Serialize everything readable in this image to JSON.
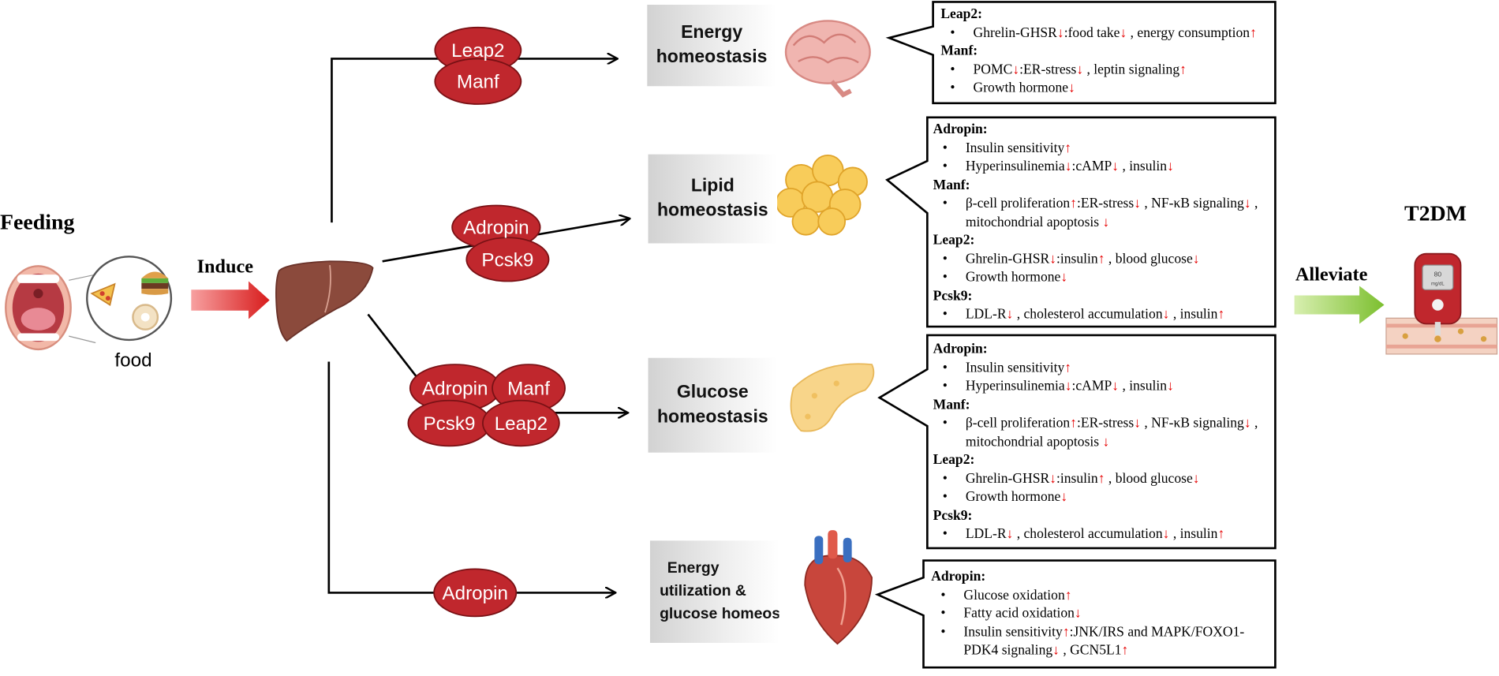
{
  "left": {
    "feeding": "Feeding",
    "food": "food",
    "induce": "Induce"
  },
  "right": {
    "t2dm": "T2DM",
    "alleviate": "Alleviate",
    "meter_reading": "80",
    "meter_unit": "mg/dL"
  },
  "proteins": {
    "leap2": "Leap2",
    "manf": "Manf",
    "adropin": "Adropin",
    "pcsk9": "Pcsk9"
  },
  "homeostasis": {
    "energy": [
      "Energy",
      "homeostasis"
    ],
    "lipid": [
      "Lipid",
      "homeostasis"
    ],
    "glucose": [
      "Glucose",
      "homeostasis"
    ],
    "utilization": [
      "Energy",
      "utilization &",
      "glucose homeosta"
    ]
  },
  "boxes": {
    "energy": [
      {
        "type": "head",
        "text": "Leap2:"
      },
      {
        "type": "item",
        "parts": [
          "Ghrelin-GHSR",
          "down",
          ":food take",
          "down",
          " , energy consumption",
          "up"
        ]
      },
      {
        "type": "head",
        "text": "Manf:"
      },
      {
        "type": "item",
        "parts": [
          "POMC",
          "down",
          ":ER-stress",
          "down",
          " , leptin signaling",
          "up"
        ]
      },
      {
        "type": "item",
        "parts": [
          "Growth hormone",
          "down"
        ]
      }
    ],
    "lipid": [
      {
        "type": "head",
        "text": "Adropin:"
      },
      {
        "type": "item",
        "parts": [
          "Insulin sensitivity",
          "up"
        ]
      },
      {
        "type": "item",
        "parts": [
          "Hyperinsulinemia",
          "down",
          ":cAMP",
          "down",
          " , insulin",
          "down"
        ]
      },
      {
        "type": "head",
        "text": "Manf:"
      },
      {
        "type": "item",
        "parts": [
          "β-cell proliferation",
          "up",
          ":ER-stress",
          "down",
          " , NF-κB signaling",
          "down",
          " ,"
        ]
      },
      {
        "type": "cont",
        "parts": [
          "mitochondrial apoptosis ",
          "down"
        ]
      },
      {
        "type": "head",
        "text": "Leap2:"
      },
      {
        "type": "item",
        "parts": [
          "Ghrelin-GHSR",
          "down",
          ":insulin",
          "up",
          " , blood glucose",
          "down"
        ]
      },
      {
        "type": "item",
        "parts": [
          "Growth hormone",
          "down"
        ]
      },
      {
        "type": "head",
        "text": "Pcsk9:"
      },
      {
        "type": "item",
        "parts": [
          "LDL-R",
          "down",
          " , cholesterol accumulation",
          "down",
          " , insulin",
          "up"
        ]
      }
    ],
    "glucose": [
      {
        "type": "head",
        "text": "Adropin:"
      },
      {
        "type": "item",
        "parts": [
          "Insulin sensitivity",
          "up"
        ]
      },
      {
        "type": "item",
        "parts": [
          "Hyperinsulinemia",
          "down",
          ":cAMP",
          "down",
          " , insulin",
          "down"
        ]
      },
      {
        "type": "head",
        "text": "Manf:"
      },
      {
        "type": "item",
        "parts": [
          "β-cell proliferation",
          "up",
          ":ER-stress",
          "down",
          " , NF-κB signaling",
          "down",
          " ,"
        ]
      },
      {
        "type": "cont",
        "parts": [
          "mitochondrial apoptosis ",
          "down"
        ]
      },
      {
        "type": "head",
        "text": "Leap2:"
      },
      {
        "type": "item",
        "parts": [
          "Ghrelin-GHSR",
          "down",
          ":insulin",
          "up",
          " , blood glucose",
          "down"
        ]
      },
      {
        "type": "item",
        "parts": [
          "Growth hormone",
          "down"
        ]
      },
      {
        "type": "head",
        "text": "Pcsk9:"
      },
      {
        "type": "item",
        "parts": [
          "LDL-R",
          "down",
          " , cholesterol accumulation",
          "down",
          " , insulin",
          "up"
        ]
      }
    ],
    "utilization": [
      {
        "type": "head",
        "text": "Adropin:"
      },
      {
        "type": "item",
        "parts": [
          "Glucose oxidation",
          "up"
        ]
      },
      {
        "type": "item",
        "parts": [
          "Fatty acid oxidation",
          "down"
        ]
      },
      {
        "type": "item",
        "parts": [
          "Insulin sensitivity",
          "up",
          ":JNK/IRS and MAPK/FOXO1-"
        ]
      },
      {
        "type": "cont",
        "parts": [
          "PDK4 signaling",
          "down",
          " , GCN5L1",
          "up"
        ]
      }
    ]
  },
  "colors": {
    "protein_fill": "#c0272d",
    "arrow_red": "#e02020",
    "arrow_green": "#8cc63f",
    "indicator": "#e60000",
    "liver": "#8b4a3c"
  }
}
